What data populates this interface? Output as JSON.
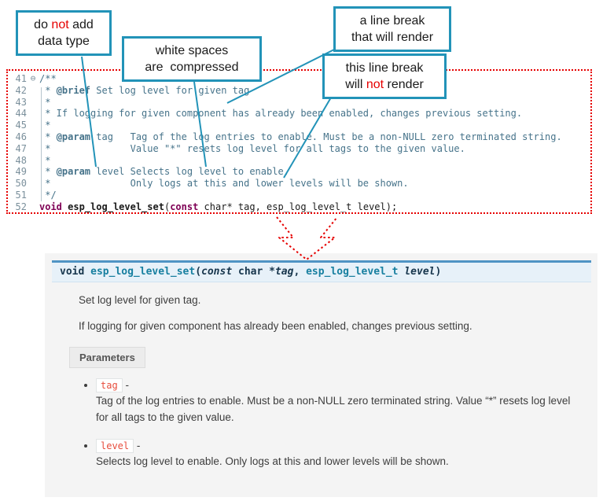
{
  "callouts": {
    "no_datatype": {
      "segs": [
        {
          "t": "do "
        },
        {
          "t": "not",
          "s": "red"
        },
        {
          "t": " add\ndata type"
        }
      ]
    },
    "whitespace": {
      "segs": [
        {
          "t": "white spaces\nare  compressed"
        }
      ]
    },
    "break_render": {
      "segs": [
        {
          "t": "a line break\nthat will render"
        }
      ]
    },
    "break_norender": {
      "segs": [
        {
          "t": "this line break\nwill "
        },
        {
          "t": "not",
          "s": "red"
        },
        {
          "t": " render"
        }
      ]
    }
  },
  "code": {
    "lines": [
      {
        "n": "41",
        "fold": "⊖",
        "segs": [
          {
            "t": "/**",
            "s": "c"
          }
        ]
      },
      {
        "n": "42",
        "segs": [
          {
            "t": " * ",
            "s": "c"
          },
          {
            "t": "@brief",
            "s": "ct"
          },
          {
            "t": " Set log level for given tag",
            "s": "c"
          }
        ]
      },
      {
        "n": "43",
        "segs": [
          {
            "t": " *",
            "s": "c"
          }
        ]
      },
      {
        "n": "44",
        "segs": [
          {
            "t": " * If logging for given component has already been enabled, changes previous setting.",
            "s": "c"
          }
        ]
      },
      {
        "n": "45",
        "segs": [
          {
            "t": " *",
            "s": "c"
          }
        ]
      },
      {
        "n": "46",
        "segs": [
          {
            "t": " * ",
            "s": "c"
          },
          {
            "t": "@param",
            "s": "ct"
          },
          {
            "t": " tag   Tag of the log entries to enable. Must be a non-NULL zero terminated string.",
            "s": "c"
          }
        ]
      },
      {
        "n": "47",
        "segs": [
          {
            "t": " *              Value \"*\" resets log level for all tags to the given value.",
            "s": "c"
          }
        ]
      },
      {
        "n": "48",
        "segs": [
          {
            "t": " *",
            "s": "c"
          }
        ]
      },
      {
        "n": "49",
        "segs": [
          {
            "t": " * ",
            "s": "c"
          },
          {
            "t": "@param",
            "s": "ct"
          },
          {
            "t": " level Selects log level to enable.",
            "s": "c"
          }
        ]
      },
      {
        "n": "50",
        "segs": [
          {
            "t": " *              Only logs at this and lower levels will be shown.",
            "s": "c"
          }
        ]
      },
      {
        "n": "51",
        "segs": [
          {
            "t": " */",
            "s": "c"
          }
        ]
      },
      {
        "n": "52",
        "segs": [
          {
            "t": "void",
            "s": "k"
          },
          {
            "t": " ",
            "s": "p"
          },
          {
            "t": "esp_log_level_set",
            "s": "fn"
          },
          {
            "t": "(",
            "s": "p"
          },
          {
            "t": "const",
            "s": "k"
          },
          {
            "t": " char* tag, esp_log_level_t level);",
            "s": "p"
          }
        ]
      }
    ]
  },
  "doc": {
    "signature": {
      "segs": [
        {
          "t": "void ",
          "s": "kw"
        },
        {
          "t": "esp_log_level_set",
          "s": "name"
        },
        {
          "t": "(",
          "s": "pl"
        },
        {
          "t": "const",
          "s": "kwi"
        },
        {
          "t": "  char *",
          "s": "pl"
        },
        {
          "t": "tag",
          "s": "pi"
        },
        {
          "t": ", ",
          "s": "pl"
        },
        {
          "t": "esp_log_level_t ",
          "s": "ty"
        },
        {
          "t": "level",
          "s": "pi"
        },
        {
          "t": ")",
          "s": "pl"
        }
      ]
    },
    "para1": "Set log level for given tag.",
    "para2": "If logging for given component has already been enabled, changes previous setting.",
    "params_label": "Parameters",
    "params": [
      {
        "name": "tag",
        "sep": " - ",
        "desc": "Tag of the log entries to enable. Must be a non-NULL zero terminated string. Value “*” resets log level for all tags to the given value."
      },
      {
        "name": "level",
        "sep": " - ",
        "desc": "Selects log level to enable. Only logs at this and lower levels will be shown."
      }
    ]
  },
  "colors": {
    "accent_teal": "#2293b8",
    "alert_red": "#e60000",
    "code_comment": "#46738a",
    "code_keyword": "#7f0055",
    "panel_bg": "#f4f4f4",
    "sig_bar_bg": "#e7f1f9",
    "sig_bar_border": "#4f94c4",
    "param_literal_red": "#e74c3c"
  }
}
